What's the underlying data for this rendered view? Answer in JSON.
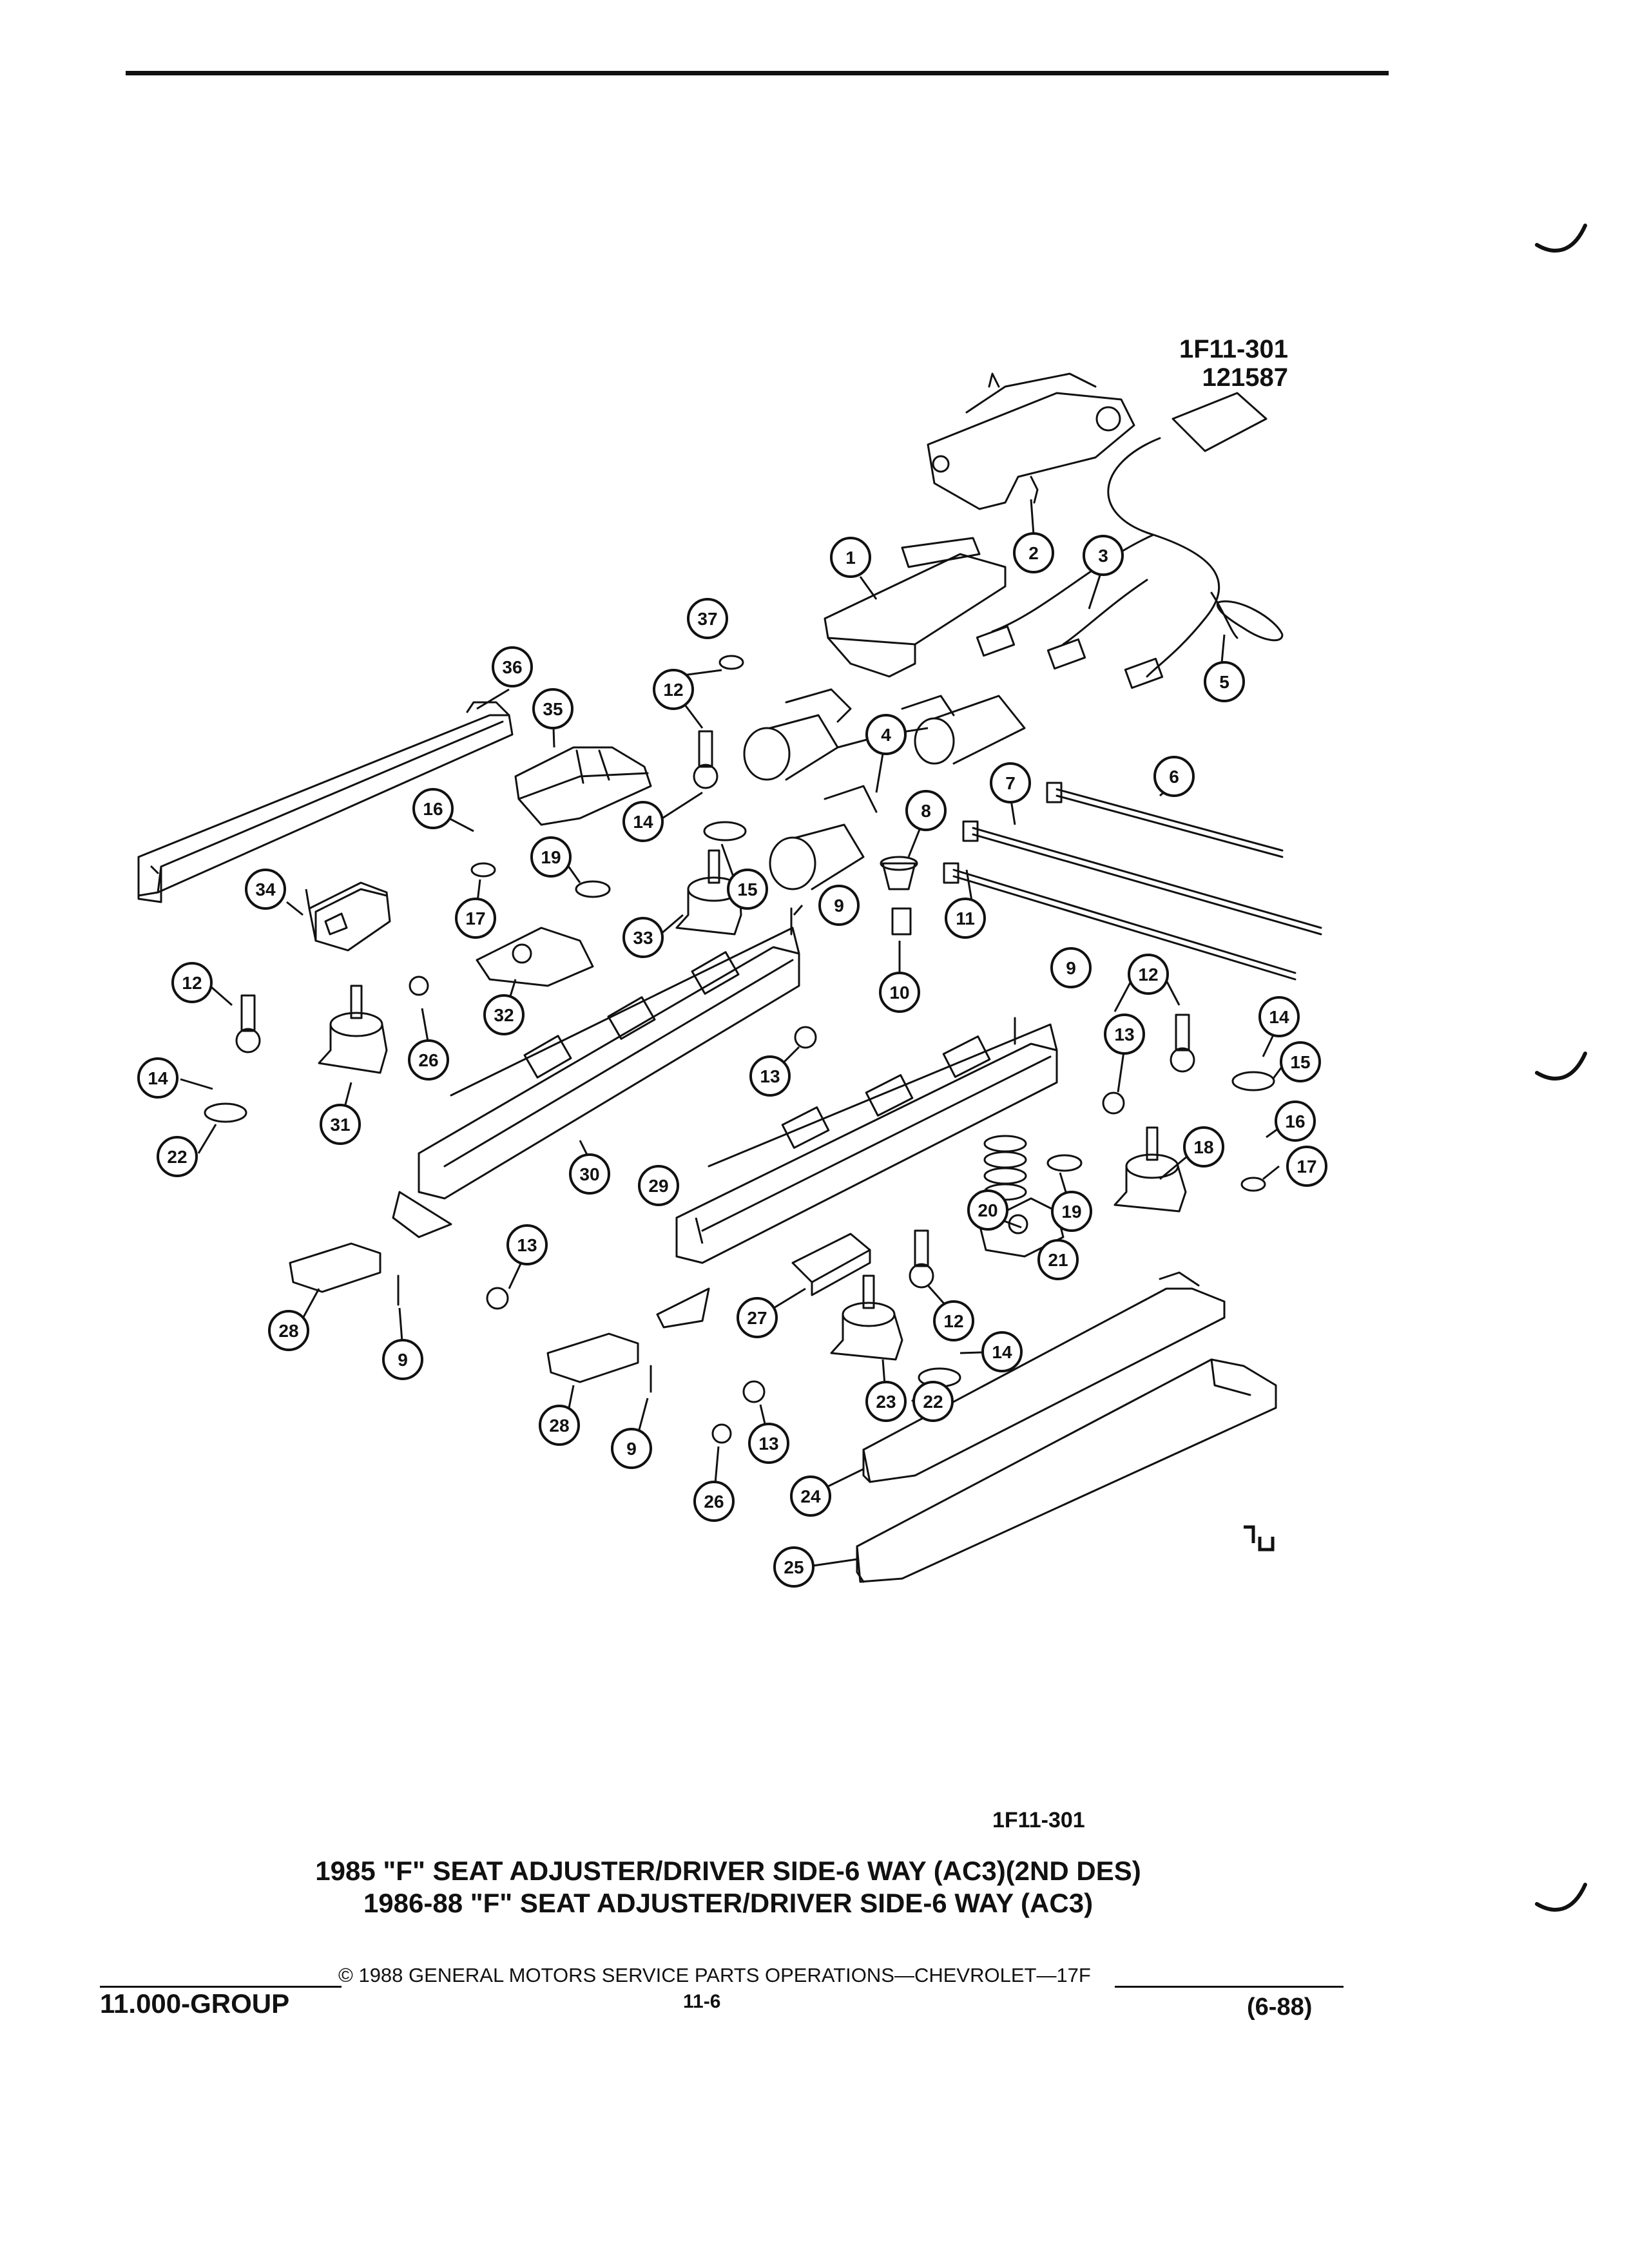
{
  "figure": {
    "code": "1F11-301",
    "date_code": "121587",
    "ref": "1F11-301",
    "caption_line1": "1985 \"F\" SEAT ADJUSTER/DRIVER SIDE-6 WAY (AC3)(2ND DES)",
    "caption_line2": "1986-88 \"F\" SEAT ADJUSTER/DRIVER SIDE-6 WAY (AC3)"
  },
  "footer": {
    "copyright": "© 1988 GENERAL MOTORS SERVICE PARTS OPERATIONS—CHEVROLET—17F",
    "group": "11.000-GROUP",
    "page": "11-6",
    "date": "(6-88)"
  },
  "callouts": [
    "1",
    "2",
    "3",
    "4",
    "5",
    "6",
    "7",
    "8",
    "9",
    "10",
    "11",
    "12",
    "13",
    "14",
    "15",
    "16",
    "17",
    "18",
    "19",
    "20",
    "21",
    "22",
    "23",
    "24",
    "25",
    "26",
    "27",
    "28",
    "29",
    "30",
    "31",
    "32",
    "33",
    "34",
    "35",
    "36",
    "37"
  ]
}
